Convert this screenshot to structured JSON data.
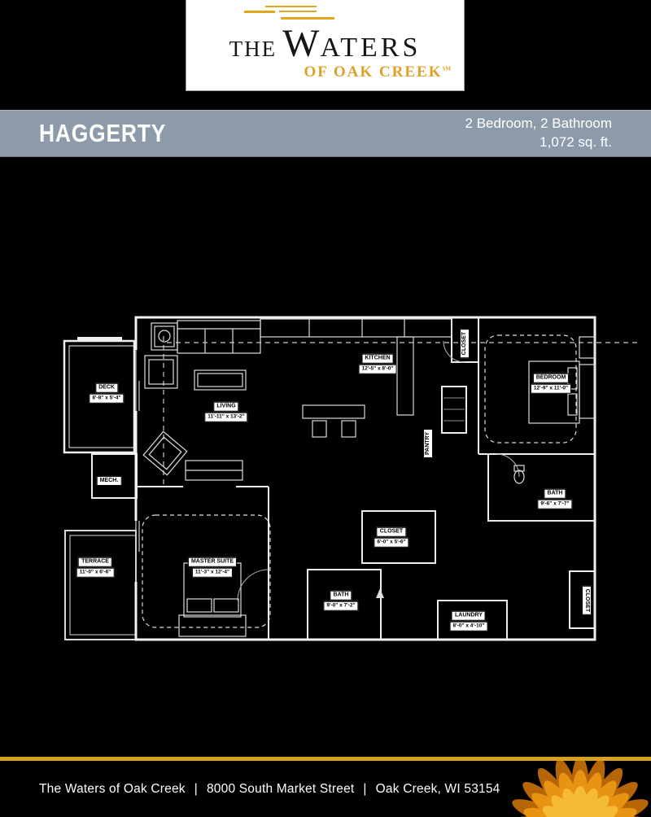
{
  "logo": {
    "the": "THE",
    "waters_initial": "W",
    "waters_rest": "ATERS",
    "subtitle": "OF OAK CREEK",
    "trademark": "SM",
    "gold": "#DFA125"
  },
  "banner": {
    "plan_name": "HAGGERTY",
    "spec_line1": "2 Bedroom, 2 Bathroom",
    "spec_line2": "1,072 sq. ft.",
    "bg": "#8D9AA9"
  },
  "floorplan": {
    "rooms": [
      {
        "id": "deck",
        "name": "DECK",
        "dims": "8'-8\" x 5'-4\""
      },
      {
        "id": "mech",
        "name": "MECH.",
        "dims": ""
      },
      {
        "id": "living",
        "name": "LIVING",
        "dims": "11'-11\" x 13'-2\""
      },
      {
        "id": "kitchen",
        "name": "KITCHEN",
        "dims": "12'-5\" x 8'-0\""
      },
      {
        "id": "closet-entry",
        "name": "CLOSET",
        "dims": ""
      },
      {
        "id": "bedroom",
        "name": "BEDROOM",
        "dims": "12'-9\" x 11'-0\""
      },
      {
        "id": "pantry",
        "name": "PANTRY",
        "dims": ""
      },
      {
        "id": "bath-2",
        "name": "BATH",
        "dims": "9'-6\" x 7'-7\""
      },
      {
        "id": "closet-walkin",
        "name": "CLOSET",
        "dims": "6'-0\" x 5'-6\""
      },
      {
        "id": "terrace",
        "name": "TERRACE",
        "dims": "11'-0\" x 6'-6\""
      },
      {
        "id": "master-suite",
        "name": "MASTER SUITE",
        "dims": "11'-3\" x 12'-4\""
      },
      {
        "id": "bath-master",
        "name": "BATH",
        "dims": "9'-0\" x 7'-2\""
      },
      {
        "id": "laundry",
        "name": "LAUNDRY",
        "dims": "8'-0\" x 4'-10\""
      },
      {
        "id": "closet-right",
        "name": "CLOSET",
        "dims": ""
      }
    ]
  },
  "footer": {
    "name": "The Waters of Oak Creek",
    "street": "8000 South Market Street",
    "city": "Oak Creek, WI 53154",
    "separator": "|",
    "accent_gold": "#D8A21E"
  }
}
